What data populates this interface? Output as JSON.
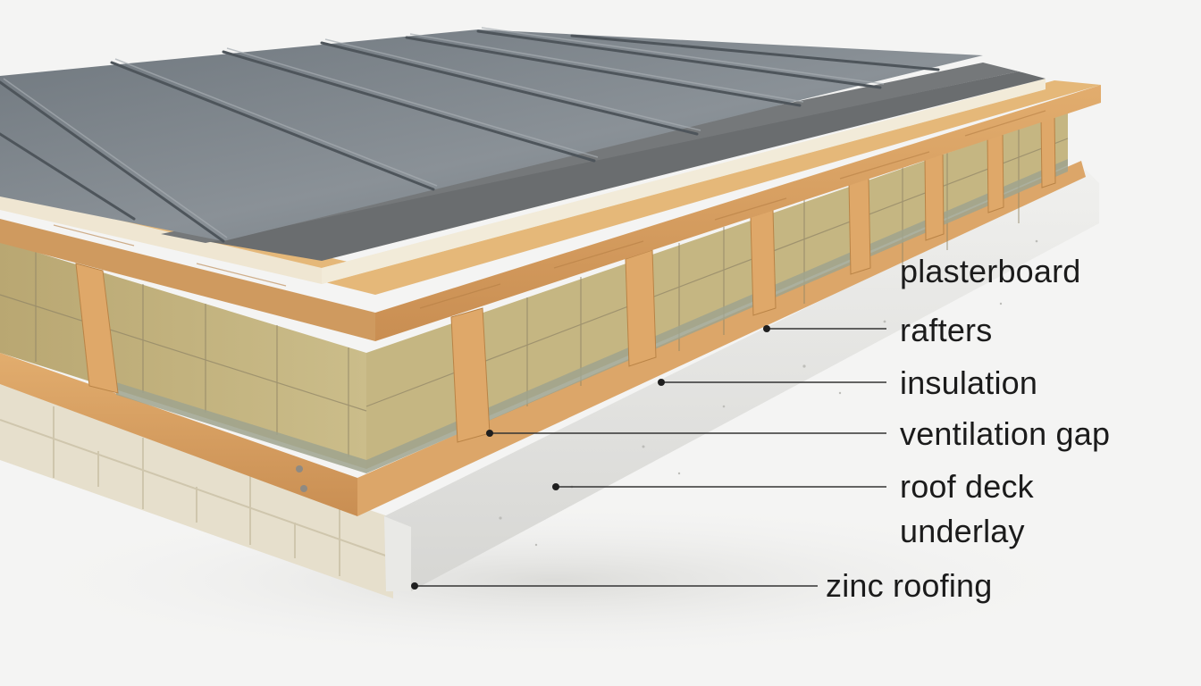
{
  "labels": {
    "plasterboard": "plasterboard",
    "rafters": "rafters",
    "insulation": "insulation",
    "ventilation_gap": "ventilation gap",
    "roof_deck_line1": "roof deck",
    "roof_deck_line2": "underlay",
    "zinc_roofing": "zinc roofing"
  },
  "colors": {
    "background": "#f4f4f3",
    "zinc": "#7d858c",
    "underlay": "#6b6e70",
    "board": "#efe6d2",
    "timber": "#d9a263",
    "insulation": "#c2b27c",
    "concrete": "#e5e5e2",
    "masonry": "#e8e1cf",
    "leader_line": "#333333",
    "label_text": "#1b1b1b"
  }
}
